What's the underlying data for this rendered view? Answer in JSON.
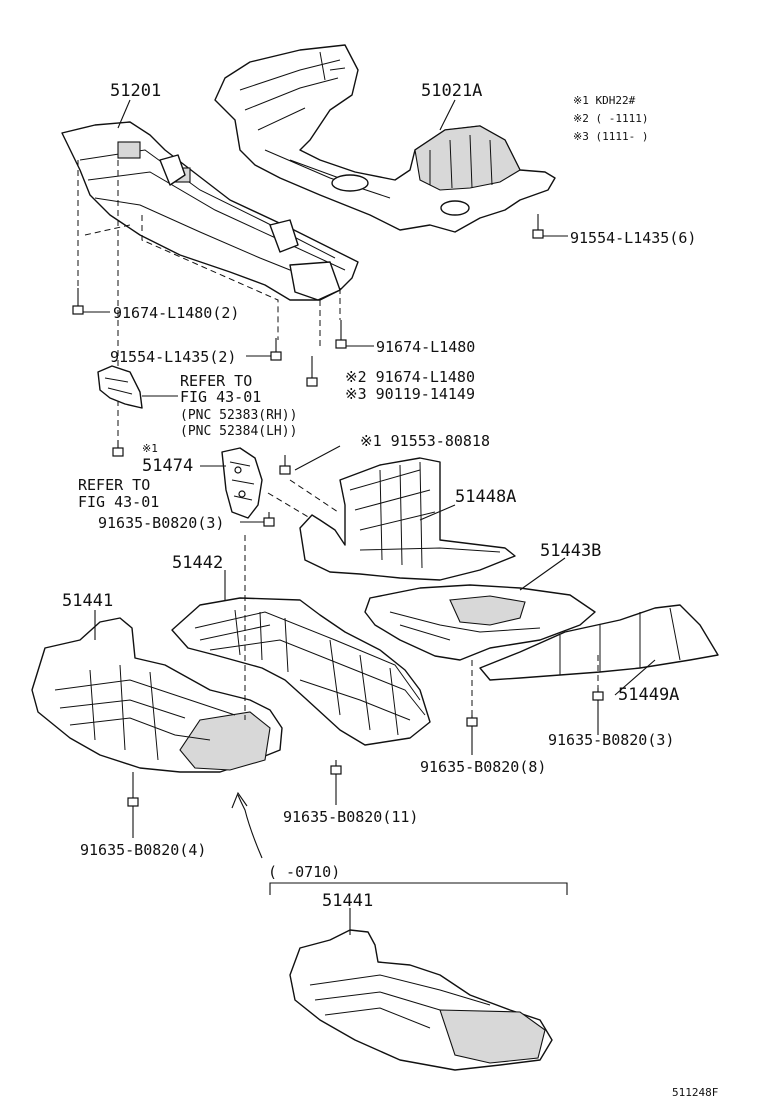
{
  "notes": {
    "note1": "※1 KDH22#",
    "note2": "※2 (     -1111)",
    "note3": "※3 (1111-     )"
  },
  "parts": {
    "p51201": "51201",
    "p51021A": "51021A",
    "p51474": "51474",
    "p51474_mark": "※1",
    "p51448A": "51448A",
    "p51443B": "51443B",
    "p51442": "51442",
    "p51441_main": "51441",
    "p51449A": "51449A",
    "p51441_alt": "51441"
  },
  "fasteners": {
    "f1": "91554-L1435(6)",
    "f2": "91674-L1480(2)",
    "f3": "91554-L1435(2)",
    "f4": "91674-L1480",
    "f5": "※2 91674-L1480",
    "f6": "※3 90119-14149",
    "f7": "※1 91553-80818",
    "f8": "91635-B0820(3)",
    "f9": "91635-B0820(8)",
    "f10": "91635-B0820(3)",
    "f11": "91635-B0820(11)",
    "f12": "91635-B0820(4)"
  },
  "refs": {
    "ref1_line1": "REFER TO",
    "ref1_line2": "FIG 43-01",
    "ref1_line3": "(PNC 52383(RH))",
    "ref1_line4": "(PNC 52384(LH))",
    "ref2_line1": "REFER TO",
    "ref2_line2": "FIG 43-01"
  },
  "variant_range": "(     -0710)",
  "figure_code": "511248F"
}
